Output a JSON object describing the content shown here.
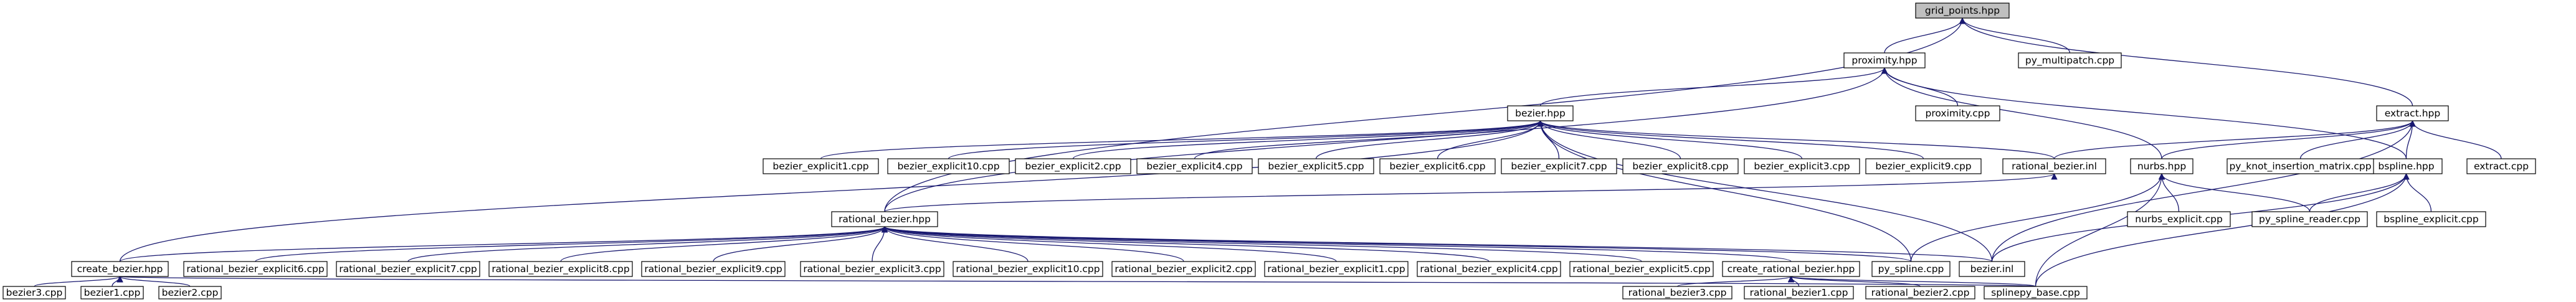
{
  "graph": {
    "colors": {
      "edge": "#191970",
      "root_fill": "#bfbfbf",
      "node_fill": "#ffffff",
      "node_stroke": "#000000"
    },
    "nodes": [
      {
        "id": "grid_points_hpp",
        "label": "grid_points.hpp"
      },
      {
        "id": "py_multipatch_cpp",
        "label": "py_multipatch.cpp"
      },
      {
        "id": "proximity_hpp",
        "label": "proximity.hpp"
      },
      {
        "id": "extract_hpp",
        "label": "extract.hpp"
      },
      {
        "id": "bezier_hpp",
        "label": "bezier.hpp"
      },
      {
        "id": "proximity_cpp",
        "label": "proximity.cpp"
      },
      {
        "id": "bezier_explicit1_cpp",
        "label": "bezier_explicit1.cpp"
      },
      {
        "id": "bezier_explicit10_cpp",
        "label": "bezier_explicit10.cpp"
      },
      {
        "id": "bezier_explicit2_cpp",
        "label": "bezier_explicit2.cpp"
      },
      {
        "id": "bezier_explicit4_cpp",
        "label": "bezier_explicit4.cpp"
      },
      {
        "id": "bezier_explicit5_cpp",
        "label": "bezier_explicit5.cpp"
      },
      {
        "id": "bezier_explicit6_cpp",
        "label": "bezier_explicit6.cpp"
      },
      {
        "id": "bezier_explicit7_cpp",
        "label": "bezier_explicit7.cpp"
      },
      {
        "id": "bezier_explicit8_cpp",
        "label": "bezier_explicit8.cpp"
      },
      {
        "id": "bezier_explicit3_cpp",
        "label": "bezier_explicit3.cpp"
      },
      {
        "id": "bezier_explicit9_cpp",
        "label": "bezier_explicit9.cpp"
      },
      {
        "id": "rational_bezier_inl",
        "label": "rational_bezier.inl"
      },
      {
        "id": "nurbs_hpp",
        "label": "nurbs.hpp"
      },
      {
        "id": "bspline_hpp",
        "label": "bspline.hpp"
      },
      {
        "id": "py_knot_insertion_matrix_cpp",
        "label": "py_knot_insertion_matrix.cpp"
      },
      {
        "id": "extract_cpp",
        "label": "extract.cpp"
      },
      {
        "id": "nurbs_explicit_cpp",
        "label": "nurbs_explicit.cpp"
      },
      {
        "id": "py_spline_reader_cpp",
        "label": "py_spline_reader.cpp"
      },
      {
        "id": "bspline_explicit_cpp",
        "label": "bspline_explicit.cpp"
      },
      {
        "id": "rational_bezier_hpp",
        "label": "rational_bezier.hpp"
      },
      {
        "id": "create_bezier_hpp",
        "label": "create_bezier.hpp"
      },
      {
        "id": "rational_bezier_explicit6_cpp",
        "label": "rational_bezier_explicit6.cpp"
      },
      {
        "id": "rational_bezier_explicit7_cpp",
        "label": "rational_bezier_explicit7.cpp"
      },
      {
        "id": "rational_bezier_explicit8_cpp",
        "label": "rational_bezier_explicit8.cpp"
      },
      {
        "id": "rational_bezier_explicit9_cpp",
        "label": "rational_bezier_explicit9.cpp"
      },
      {
        "id": "rational_bezier_explicit3_cpp",
        "label": "rational_bezier_explicit3.cpp"
      },
      {
        "id": "rational_bezier_explicit10_cpp",
        "label": "rational_bezier_explicit10.cpp"
      },
      {
        "id": "rational_bezier_explicit2_cpp",
        "label": "rational_bezier_explicit2.cpp"
      },
      {
        "id": "rational_bezier_explicit1_cpp",
        "label": "rational_bezier_explicit1.cpp"
      },
      {
        "id": "rational_bezier_explicit4_cpp",
        "label": "rational_bezier_explicit4.cpp"
      },
      {
        "id": "rational_bezier_explicit5_cpp",
        "label": "rational_bezier_explicit5.cpp"
      },
      {
        "id": "create_rational_bezier_hpp",
        "label": "create_rational_bezier.hpp"
      },
      {
        "id": "py_spline_cpp",
        "label": "py_spline.cpp"
      },
      {
        "id": "bezier_inl",
        "label": "bezier.inl"
      },
      {
        "id": "bezier3_cpp",
        "label": "bezier3.cpp"
      },
      {
        "id": "bezier1_cpp",
        "label": "bezier1.cpp"
      },
      {
        "id": "bezier2_cpp",
        "label": "bezier2.cpp"
      },
      {
        "id": "rational_bezier3_cpp",
        "label": "rational_bezier3.cpp"
      },
      {
        "id": "rational_bezier1_cpp",
        "label": "rational_bezier1.cpp"
      },
      {
        "id": "rational_bezier2_cpp",
        "label": "rational_bezier2.cpp"
      },
      {
        "id": "splinepy_base_cpp",
        "label": "splinepy_base.cpp"
      }
    ],
    "edges": [
      [
        "py_multipatch_cpp",
        "grid_points_hpp"
      ],
      [
        "proximity_hpp",
        "grid_points_hpp"
      ],
      [
        "extract_hpp",
        "grid_points_hpp"
      ],
      [
        "rational_bezier_hpp",
        "grid_points_hpp"
      ],
      [
        "bezier_hpp",
        "proximity_hpp"
      ],
      [
        "proximity_cpp",
        "proximity_hpp"
      ],
      [
        "nurbs_hpp",
        "proximity_hpp"
      ],
      [
        "bspline_hpp",
        "proximity_hpp"
      ],
      [
        "rational_bezier_hpp",
        "proximity_hpp"
      ],
      [
        "bezier_explicit1_cpp",
        "bezier_hpp"
      ],
      [
        "bezier_explicit10_cpp",
        "bezier_hpp"
      ],
      [
        "bezier_explicit2_cpp",
        "bezier_hpp"
      ],
      [
        "bezier_explicit4_cpp",
        "bezier_hpp"
      ],
      [
        "bezier_explicit5_cpp",
        "bezier_hpp"
      ],
      [
        "bezier_explicit6_cpp",
        "bezier_hpp"
      ],
      [
        "bezier_explicit7_cpp",
        "bezier_hpp"
      ],
      [
        "bezier_explicit8_cpp",
        "bezier_hpp"
      ],
      [
        "bezier_explicit3_cpp",
        "bezier_hpp"
      ],
      [
        "bezier_explicit9_cpp",
        "bezier_hpp"
      ],
      [
        "rational_bezier_inl",
        "bezier_hpp"
      ],
      [
        "create_bezier_hpp",
        "bezier_hpp"
      ],
      [
        "py_spline_cpp",
        "bezier_hpp"
      ],
      [
        "bezier_inl",
        "bezier_hpp"
      ],
      [
        "rational_bezier_inl",
        "extract_hpp"
      ],
      [
        "nurbs_hpp",
        "extract_hpp"
      ],
      [
        "bspline_hpp",
        "extract_hpp"
      ],
      [
        "py_knot_insertion_matrix_cpp",
        "extract_hpp"
      ],
      [
        "extract_cpp",
        "extract_hpp"
      ],
      [
        "bezier_inl",
        "extract_hpp"
      ],
      [
        "rational_bezier_hpp",
        "rational_bezier_inl"
      ],
      [
        "nurbs_explicit_cpp",
        "nurbs_hpp"
      ],
      [
        "py_spline_reader_cpp",
        "nurbs_hpp"
      ],
      [
        "py_spline_cpp",
        "nurbs_hpp"
      ],
      [
        "splinepy_base_cpp",
        "nurbs_hpp"
      ],
      [
        "py_spline_reader_cpp",
        "bspline_hpp"
      ],
      [
        "bspline_explicit_cpp",
        "bspline_hpp"
      ],
      [
        "bezier_inl",
        "bspline_hpp"
      ],
      [
        "splinepy_base_cpp",
        "bspline_hpp"
      ],
      [
        "create_bezier_hpp",
        "rational_bezier_hpp"
      ],
      [
        "rational_bezier_explicit6_cpp",
        "rational_bezier_hpp"
      ],
      [
        "rational_bezier_explicit7_cpp",
        "rational_bezier_hpp"
      ],
      [
        "rational_bezier_explicit8_cpp",
        "rational_bezier_hpp"
      ],
      [
        "rational_bezier_explicit9_cpp",
        "rational_bezier_hpp"
      ],
      [
        "rational_bezier_explicit3_cpp",
        "rational_bezier_hpp"
      ],
      [
        "rational_bezier_explicit10_cpp",
        "rational_bezier_hpp"
      ],
      [
        "rational_bezier_explicit2_cpp",
        "rational_bezier_hpp"
      ],
      [
        "rational_bezier_explicit1_cpp",
        "rational_bezier_hpp"
      ],
      [
        "rational_bezier_explicit4_cpp",
        "rational_bezier_hpp"
      ],
      [
        "rational_bezier_explicit5_cpp",
        "rational_bezier_hpp"
      ],
      [
        "create_rational_bezier_hpp",
        "rational_bezier_hpp"
      ],
      [
        "py_spline_cpp",
        "rational_bezier_hpp"
      ],
      [
        "bezier_inl",
        "rational_bezier_hpp"
      ],
      [
        "bezier3_cpp",
        "create_bezier_hpp"
      ],
      [
        "bezier1_cpp",
        "create_bezier_hpp"
      ],
      [
        "bezier2_cpp",
        "create_bezier_hpp"
      ],
      [
        "splinepy_base_cpp",
        "create_bezier_hpp"
      ],
      [
        "rational_bezier3_cpp",
        "create_rational_bezier_hpp"
      ],
      [
        "rational_bezier1_cpp",
        "create_rational_bezier_hpp"
      ],
      [
        "rational_bezier2_cpp",
        "create_rational_bezier_hpp"
      ],
      [
        "splinepy_base_cpp",
        "create_rational_bezier_hpp"
      ]
    ]
  }
}
